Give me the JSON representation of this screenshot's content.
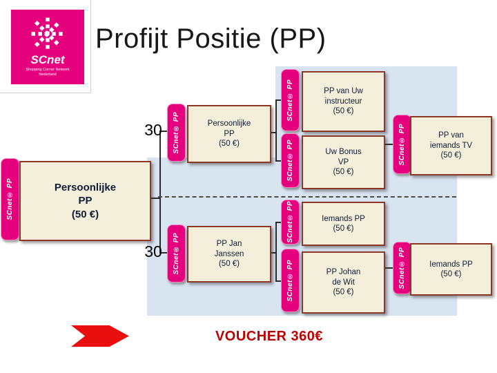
{
  "header": {
    "title": "Profijt Positie (PP)"
  },
  "logo": {
    "brand": "SCnet",
    "tagline": "Shopping Corner Network Nederland"
  },
  "diagram": {
    "tab_label": "SCnet® PP",
    "count_top": "30",
    "count_bottom": "30",
    "boxes": {
      "main": "Persoonlijke\nPP\n(50 €)",
      "personal": "Persoonlijke\nPP\n(50 €)",
      "instructor": "PP van Uw\ninstructeur\n(50 €)",
      "bonus": "Uw Bonus\nVP\n(50 €)",
      "tv": "PP van\niemands TV\n(50 €)",
      "iemands_top": "Iemands PP\n(50 €)",
      "jan": "PP Jan\nJanssen\n(50 €)",
      "johan": "PP Johan\nde Wit\n(50 €)",
      "iemands_bottom": "Iemands PP\n(50 €)"
    }
  },
  "footer": {
    "voucher": "VOUCHER 360€"
  },
  "colors": {
    "brand_pink": "#e5007d",
    "box_fill": "#f4efdb",
    "box_border": "#8b3626",
    "panel_blue": "#d9e4f1",
    "arrow_red": "#e90f0f",
    "voucher_red": "#c00000"
  }
}
